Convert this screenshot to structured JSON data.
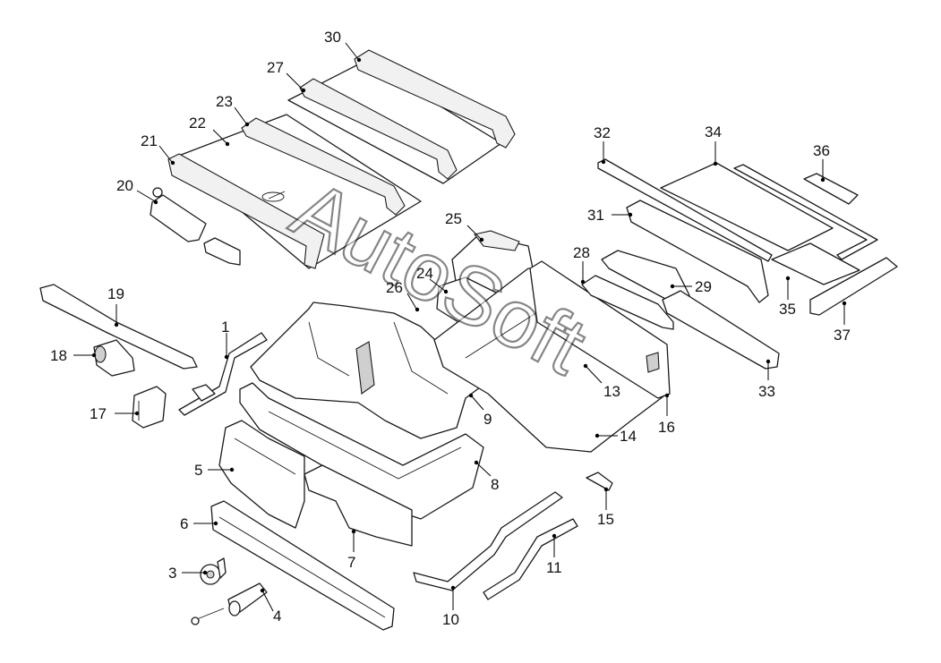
{
  "watermark": "AutoSoft",
  "callouts": [
    "1",
    "3",
    "4",
    "5",
    "6",
    "7",
    "8",
    "9",
    "10",
    "11",
    "13",
    "14",
    "15",
    "16",
    "17",
    "18",
    "19",
    "20",
    "21",
    "22",
    "23",
    "24",
    "25",
    "26",
    "27",
    "28",
    "29",
    "30",
    "31",
    "32",
    "33",
    "34",
    "35",
    "36",
    "37"
  ]
}
